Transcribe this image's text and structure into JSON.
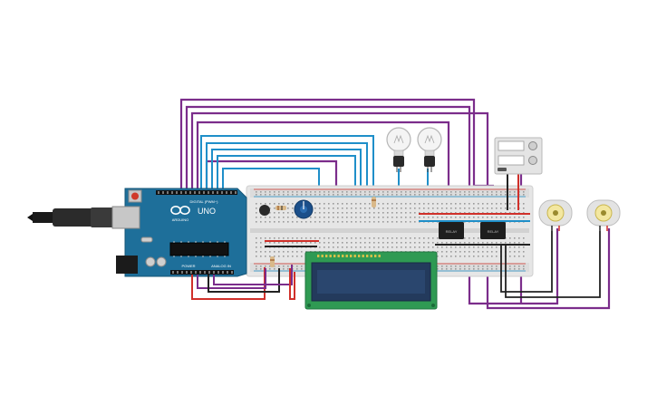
{
  "arduino": {
    "digital_label": "DIGITAL (PWM~)",
    "model": "UNO",
    "brand": "ARDUINO",
    "power_label": "POWER",
    "analog_label": "ANALOG IN"
  },
  "components": {
    "bulbs": 2,
    "relays": 2,
    "dc_motors": 2,
    "power_supply": 1,
    "potentiometer": 1,
    "lcd": "16x2"
  },
  "colors": {
    "wire_purple": "#7b2d8b",
    "wire_blue": "#1f8fc9",
    "wire_red": "#d0302a",
    "wire_black": "#222222",
    "arduino_blue": "#1e6f9a",
    "lcd_green": "#2f9a53",
    "lcd_screen": "#243b5c",
    "breadboard": "#e6e6e6"
  }
}
